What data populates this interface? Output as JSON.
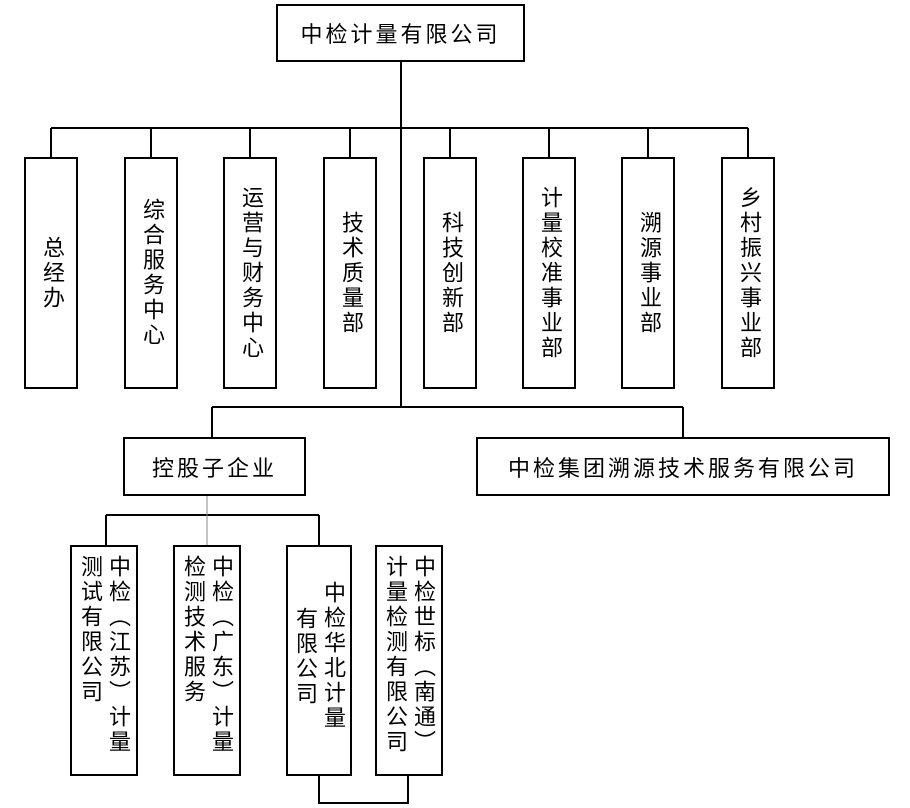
{
  "root": {
    "label": "中检计量有限公司"
  },
  "departments": [
    "总经办",
    "综合服务中心",
    "运营与财务中心",
    "技术质量部",
    "科技创新部",
    "计量校准事业部",
    "溯源事业部",
    "乡村振兴事业部"
  ],
  "holdings": {
    "label": "控股子企业"
  },
  "group_company": {
    "label": "中检集团溯源技术服务有限公司"
  },
  "subsidiaries": [
    {
      "col1": "中检（江苏）计量",
      "col2": "测试有限公司"
    },
    {
      "col1": "中检（广东）计量",
      "col2": "检测技术服务"
    },
    {
      "col1": "中检华北计量",
      "col2": "有限公司"
    },
    {
      "col1": "中检世标（南通）",
      "col2": "计量检测有限公司"
    }
  ]
}
